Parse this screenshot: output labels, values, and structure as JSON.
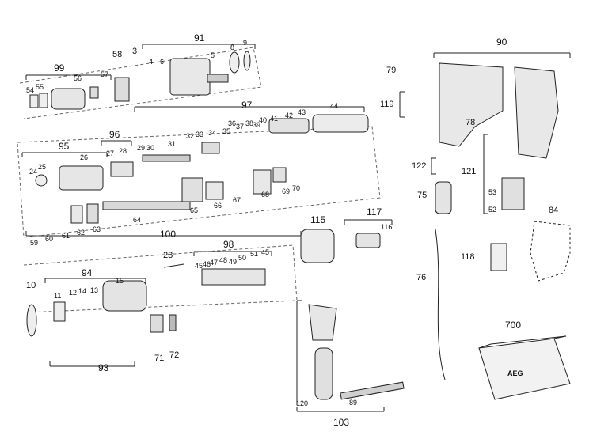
{
  "diagram": {
    "numbers": {
      "n91": "91",
      "n58": "58",
      "n3": "3",
      "n4": "4",
      "n6": "6",
      "n5a": "5",
      "n8": "8",
      "n9": "9",
      "n99": "99",
      "n56": "56",
      "n57": "57",
      "n54": "54",
      "n55": "55",
      "n97": "97",
      "n44": "44",
      "n43": "43",
      "n42": "42",
      "n41": "41",
      "n40": "40",
      "n38": "38",
      "n39": "39",
      "n37": "37",
      "n36": "36",
      "n35": "35",
      "n34": "34",
      "n33": "33",
      "n32": "32",
      "n31": "31",
      "n30": "30",
      "n29": "29",
      "n96": "96",
      "n27": "27",
      "n28": "28",
      "n95": "95",
      "n26": "26",
      "n25": "25",
      "n24": "24",
      "n59": "59",
      "n60": "60",
      "n61": "61",
      "n62": "62",
      "n63": "63",
      "n64": "64",
      "n65": "65",
      "n66": "66",
      "n67": "67",
      "n68": "68",
      "n69": "69",
      "n70": "70",
      "n100": "100",
      "n115": "115",
      "n117": "117",
      "n116": "116",
      "n90": "90",
      "n79": "79",
      "n119": "119",
      "n78": "78",
      "n122": "122",
      "n121": "121",
      "n53": "53",
      "n52": "52",
      "n75": "75",
      "n84": "84",
      "n118": "118",
      "n76": "76",
      "n700": "700",
      "n23": "23",
      "n98": "98",
      "n45a": "45",
      "n46": "46",
      "n47": "47",
      "n48": "48",
      "n49": "49",
      "n50": "50",
      "n51": "51",
      "n45b": "45",
      "n10": "10",
      "n94": "94",
      "n15": "15",
      "n11": "11",
      "n12": "12",
      "n14": "14",
      "n13": "13",
      "n93": "93",
      "n71": "71",
      "n72": "72",
      "n120": "120",
      "n89": "89",
      "n103": "103"
    },
    "case_brand": "AEG",
    "colors": {
      "ink": "#111111",
      "line": "#333333",
      "fill": "#f4f4f4",
      "shade": "#bdbdbd",
      "dark": "#555555"
    }
  }
}
